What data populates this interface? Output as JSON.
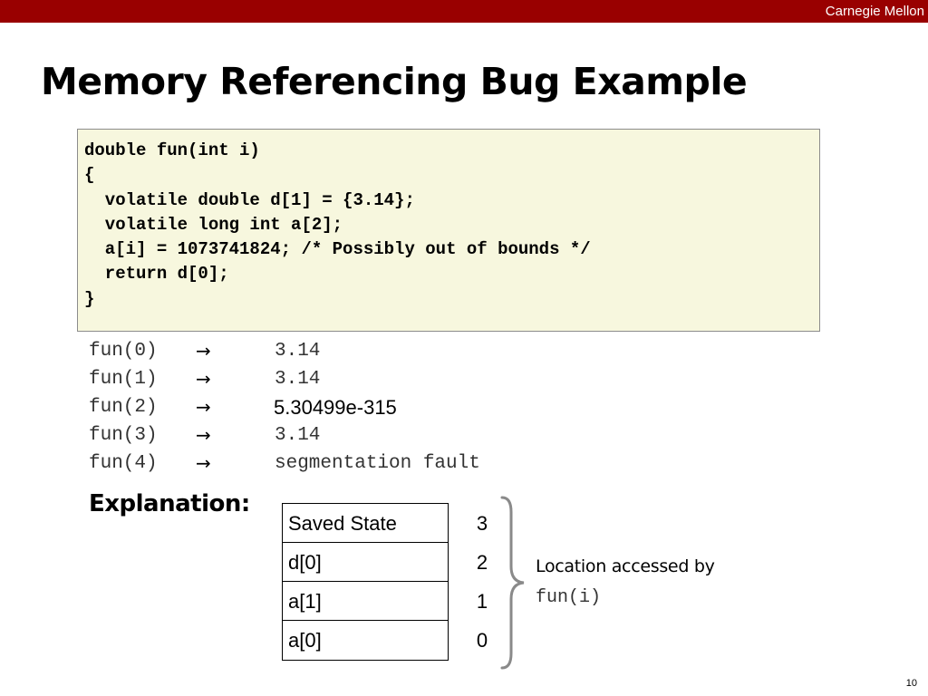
{
  "header": {
    "brand": "Carnegie Mellon"
  },
  "slide": {
    "title": "Memory Referencing Bug Example",
    "page_number": "10"
  },
  "code": {
    "lines": [
      "double fun(int i)",
      "{",
      "  volatile double d[1] = {3.14};",
      "  volatile long int a[2];",
      "  a[i] = 1073741824; /* Possibly out of bounds */",
      "  return d[0];",
      "}"
    ]
  },
  "results": [
    {
      "call": "fun(0)",
      "value": "3.14"
    },
    {
      "call": "fun(1)",
      "value": "3.14"
    },
    {
      "call": "fun(2)",
      "value": "5.30499e-315"
    },
    {
      "call": "fun(3)",
      "value": "3.14"
    },
    {
      "call": "fun(4)",
      "value": "segmentation fault"
    }
  ],
  "arrow_glyph": "→",
  "explanation": {
    "label": "Explanation:",
    "stack_cells": [
      "Saved State",
      "d[0]",
      "a[1]",
      "a[0]"
    ],
    "indices": [
      "3",
      "2",
      "1",
      "0"
    ],
    "location_label": "Location accessed by",
    "location_code": "fun(i)"
  },
  "colors": {
    "top_bar": "#990000",
    "code_background": "#f7f7de",
    "code_border": "#8c8c8c",
    "brace": "#8a8a8a"
  }
}
